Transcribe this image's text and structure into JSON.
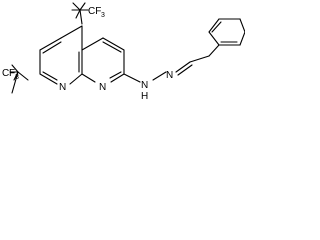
{
  "molecule": {
    "labels": {
      "cf3_top": "CF",
      "cf3_top_sub": "3",
      "cf3_left": "F",
      "cf3_left_sub": "3",
      "cf3_left_prefix": "C",
      "n_ring_left": "N",
      "n_ring_right": "N",
      "nh": "N",
      "h": "H",
      "n_imine": "N"
    }
  }
}
